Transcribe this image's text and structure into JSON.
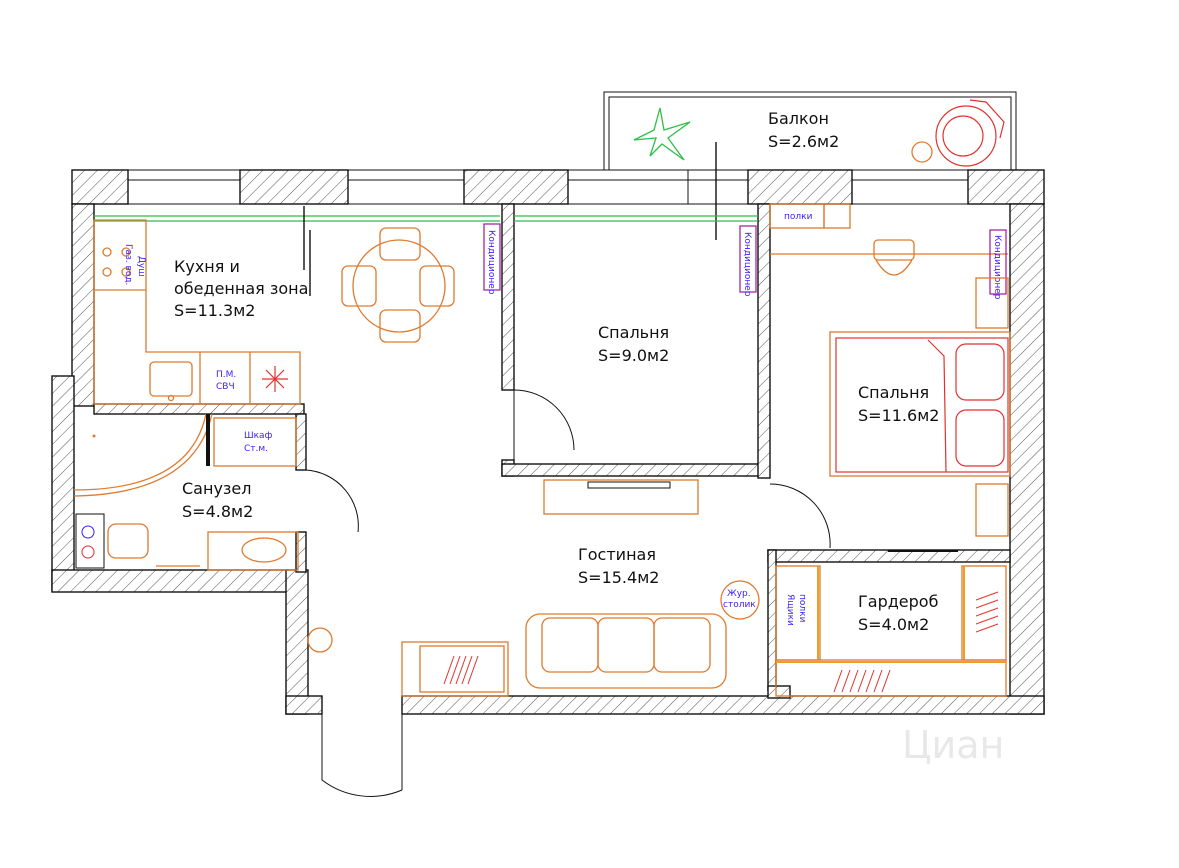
{
  "rooms": {
    "balcony": {
      "name": "Балкон",
      "area": "S=2.6м2"
    },
    "kitchen": {
      "name": "Кухня и",
      "name2": "обеденная зона",
      "area": "S=11.3м2"
    },
    "bedroom_small": {
      "name": "Спальня",
      "area": "S=9.0м2"
    },
    "bedroom_large": {
      "name": "Спальня",
      "area": "S=11.6м2"
    },
    "bathroom": {
      "name": "Санузел",
      "area": "S=4.8м2"
    },
    "living": {
      "name": "Гостиная",
      "area": "S=15.4м2"
    },
    "wardrobe": {
      "name": "Гардероб",
      "area": "S=4.0м2"
    }
  },
  "labels": {
    "gas_boiler_1": "Газ. вод.",
    "gas_boiler_2": "Душ",
    "dishwasher_1": "П.М.",
    "dishwasher_2": "СВЧ",
    "cabinet_1": "Шкаф",
    "cabinet_2": "Ст.м.",
    "conditioner": "Кондиционер",
    "shelves": "полки",
    "coffee_table_1": "Жур.",
    "coffee_table_2": "столик",
    "drawers_1": "Ящики",
    "drawers_2": "полки"
  },
  "colors": {
    "furniture": "#e07a2e",
    "bedding": "#e0322e",
    "tags": "#3a1dff",
    "conditioner": "#a0169a",
    "curtain_rail": "#2fbf4a",
    "plant": "#2fbf4a"
  },
  "watermark": "Циан"
}
